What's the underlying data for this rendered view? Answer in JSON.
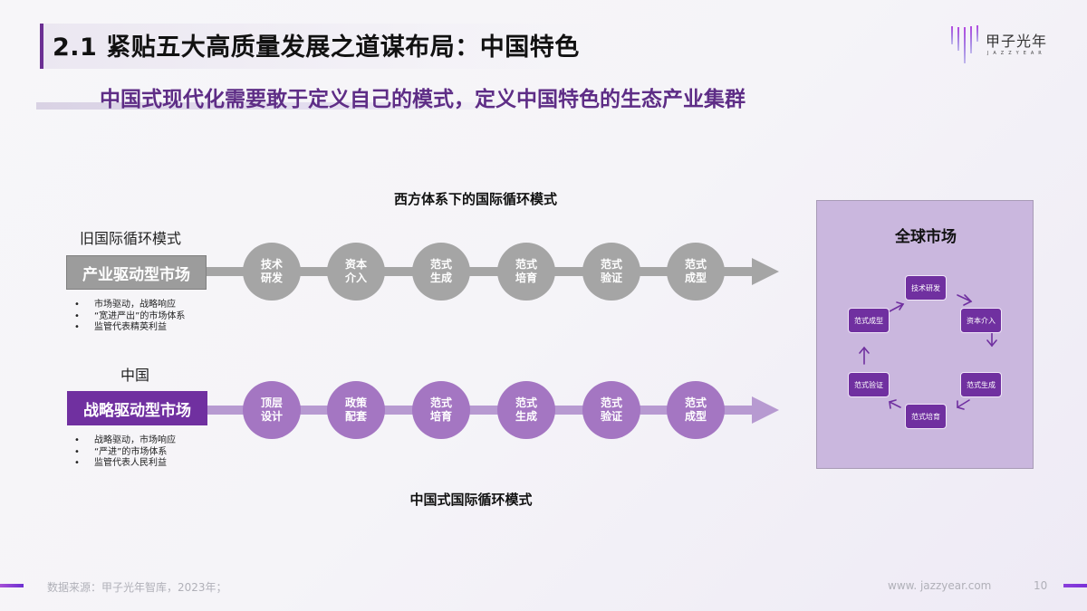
{
  "header": {
    "title": "2.1 紧贴五大高质量发展之道谋布局：中国特色",
    "subtitle": "中国式现代化需要敢于定义自己的模式，定义中国特色的生态产业集群"
  },
  "logo": {
    "name": "甲子光年",
    "en": "JAZZYEAR"
  },
  "diagram": {
    "top_label": "西方体系下的国际循环模式",
    "bottom_label": "中国式国际循环模式",
    "western": {
      "row_title": "旧国际循环模式",
      "market": "产业驱动型市场",
      "bullets": [
        "市场驱动，战略响应",
        "“宽进严出”的市场体系",
        "监管代表精英利益"
      ],
      "nodes": [
        "技术\n研发",
        "资本\n介入",
        "范式\n生成",
        "范式\n培育",
        "范式\n验证",
        "范式\n成型"
      ],
      "color": "#a5a5a5"
    },
    "china": {
      "row_title": "中国",
      "market": "战略驱动型市场",
      "bullets": [
        "战略驱动，市场响应",
        "“严进”的市场体系",
        "监管代表人民利益"
      ],
      "nodes": [
        "顶层\n设计",
        "政策\n配套",
        "范式\n培育",
        "范式\n生成",
        "范式\n验证",
        "范式\n成型"
      ],
      "color": "#a476c2"
    },
    "global_market": {
      "title": "全球市场",
      "cycle": [
        "技术研发",
        "资本介入",
        "范式生成",
        "范式培育",
        "范式验证",
        "范式成型"
      ],
      "bg_color": "#cab7de",
      "node_color": "#7030a0"
    }
  },
  "footer": {
    "source": "数据来源：甲子光年智库，2023年；",
    "url": "www. jazzyear.com",
    "page": "10"
  },
  "colors": {
    "accent": "#7030a0",
    "subtitle": "#5e2d86"
  }
}
